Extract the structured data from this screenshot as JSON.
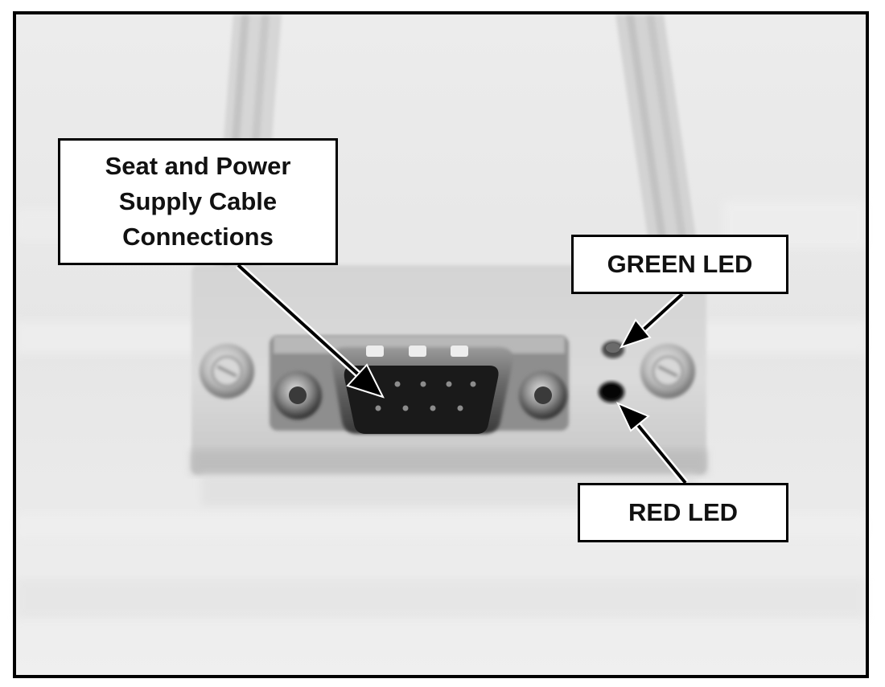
{
  "callouts": {
    "connections": {
      "line1": "Seat and Power",
      "line2": "Supply Cable",
      "line3": "Connections"
    },
    "green_led": "GREEN LED",
    "red_led": "RED LED"
  },
  "photo": {
    "subject": "db9-connector-panel",
    "tone": "grayscale"
  },
  "colors": {
    "frame": "#000000",
    "label_background": "#ffffff",
    "label_text": "#111111"
  }
}
